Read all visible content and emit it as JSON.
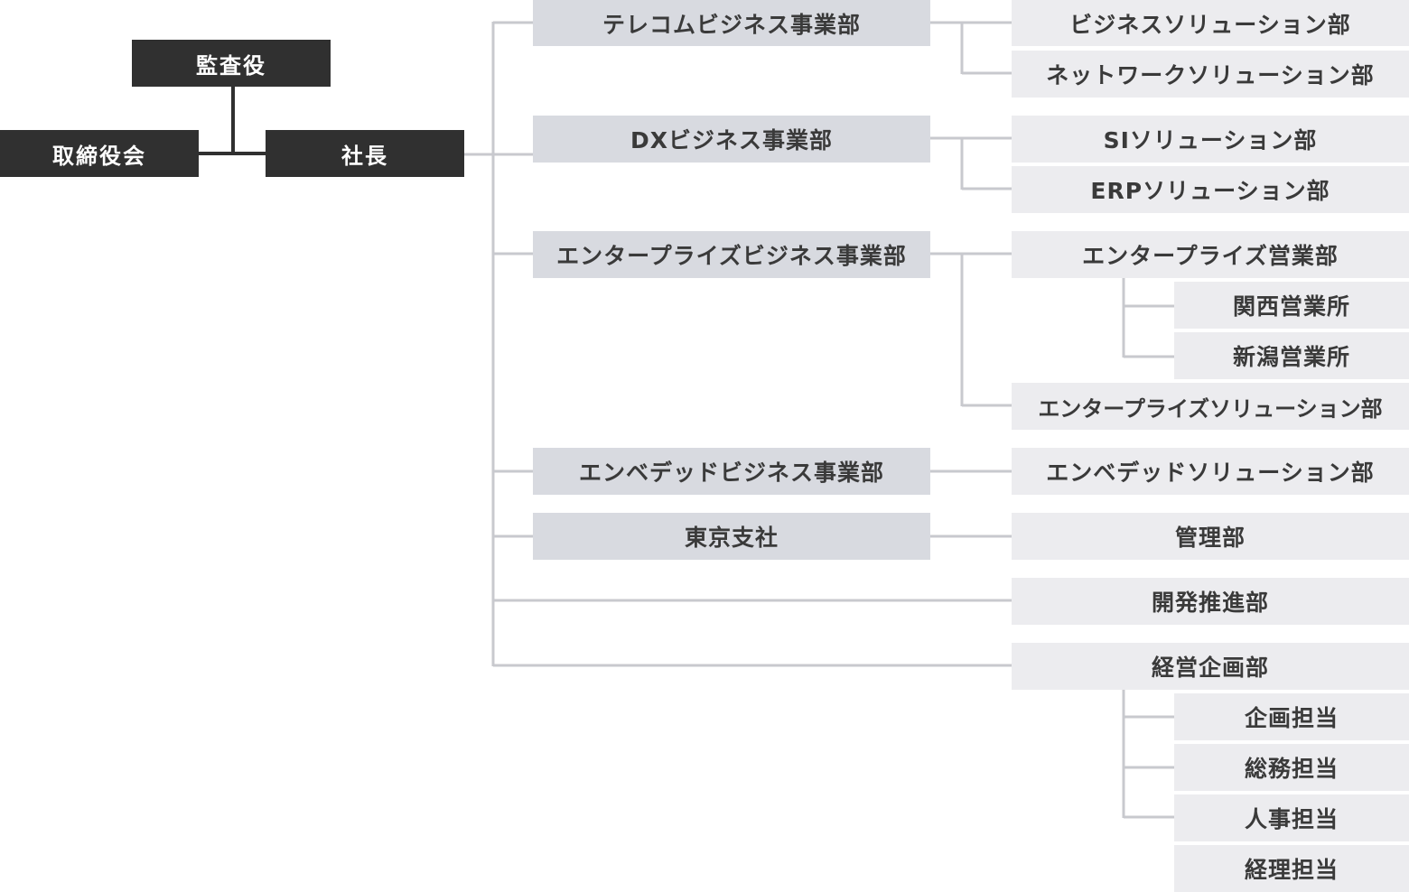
{
  "top": {
    "auditor": "監査役",
    "board": "取締役会",
    "president": "社長"
  },
  "business_units": {
    "telecom": {
      "name": "テレコムビジネス事業部",
      "departments": [
        "ビジネスソリューション部",
        "ネットワークソリューション部"
      ]
    },
    "dx": {
      "name": "DXビジネス事業部",
      "departments": [
        "SIソリューション部",
        "ERPソリューション部"
      ]
    },
    "enterprise": {
      "name": "エンタープライズビジネス事業部",
      "sales_department": "エンタープライズ営業部",
      "sales_offices": [
        "関西営業所",
        "新潟営業所"
      ],
      "solution_department": "エンタープライズソリューション部"
    },
    "embedded": {
      "name": "エンベデッドビジネス事業部",
      "departments": [
        "エンベデッドソリューション部"
      ]
    },
    "tokyo": {
      "name": "東京支社",
      "departments": [
        "管理部"
      ]
    }
  },
  "direct_departments": {
    "development": "開発推進部",
    "planning": {
      "name": "経営企画部",
      "sections": [
        "企画担当",
        "総務担当",
        "人事担当",
        "経理担当"
      ]
    }
  },
  "colors": {
    "executive_box": "#303030",
    "business_unit_box": "#d8dae0",
    "department_box": "#ececef",
    "connector_line": "#c8c9ce",
    "executive_line": "#303030"
  }
}
